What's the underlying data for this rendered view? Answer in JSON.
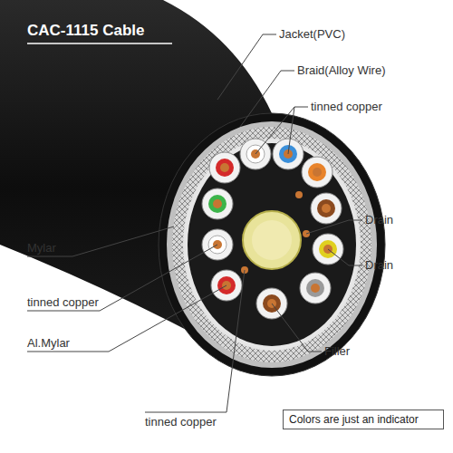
{
  "diagram": {
    "title": "CAC-1115 Cable",
    "nodes": [
      {
        "text": [
          "Colors are just an indicator"
        ]
      }
    ],
    "labels": [
      "Jacket(PVC)",
      "Braid(Alloy Wire)",
      "tinned copper",
      "Drain",
      "Drain",
      "Mylar",
      "tinned copper",
      "Al.Mylar",
      "Filler",
      "tinned copper"
    ]
  }
}
